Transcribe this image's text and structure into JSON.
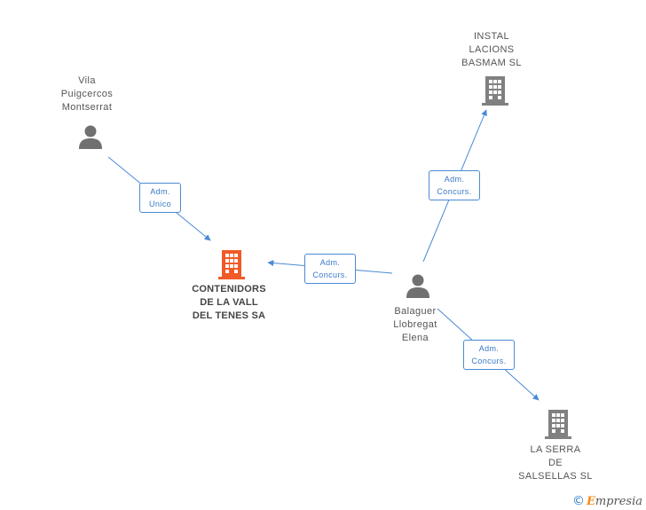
{
  "nodes": {
    "vila": {
      "lines": [
        "Vila",
        "Puigcercos",
        "Montserrat"
      ],
      "type": "person"
    },
    "contenidors": {
      "lines": [
        "CONTENIDORS",
        "DE LA VALL",
        "DEL TENES SA"
      ],
      "type": "company-main"
    },
    "instal": {
      "lines": [
        "INSTAL",
        "LACIONS",
        "BASMAM SL"
      ],
      "type": "company"
    },
    "balaguer": {
      "lines": [
        "Balaguer",
        "Llobregat",
        "Elena"
      ],
      "type": "person"
    },
    "serra": {
      "lines": [
        "LA SERRA",
        "DE",
        "SALSELLAS SL"
      ],
      "type": "company"
    }
  },
  "edges": {
    "vila_contenidors": [
      "Adm.",
      "Unico"
    ],
    "balaguer_contenidors": [
      "Adm.",
      "Concurs."
    ],
    "balaguer_instal": [
      "Adm.",
      "Concurs."
    ],
    "balaguer_serra": [
      "Adm.",
      "Concurs."
    ]
  },
  "colors": {
    "edge": "#4a8ad6",
    "main_company": "#f05a28",
    "company": "#808080",
    "person": "#707070"
  },
  "brand": {
    "copyright": "©",
    "e": "E",
    "rest": "mpresia"
  }
}
